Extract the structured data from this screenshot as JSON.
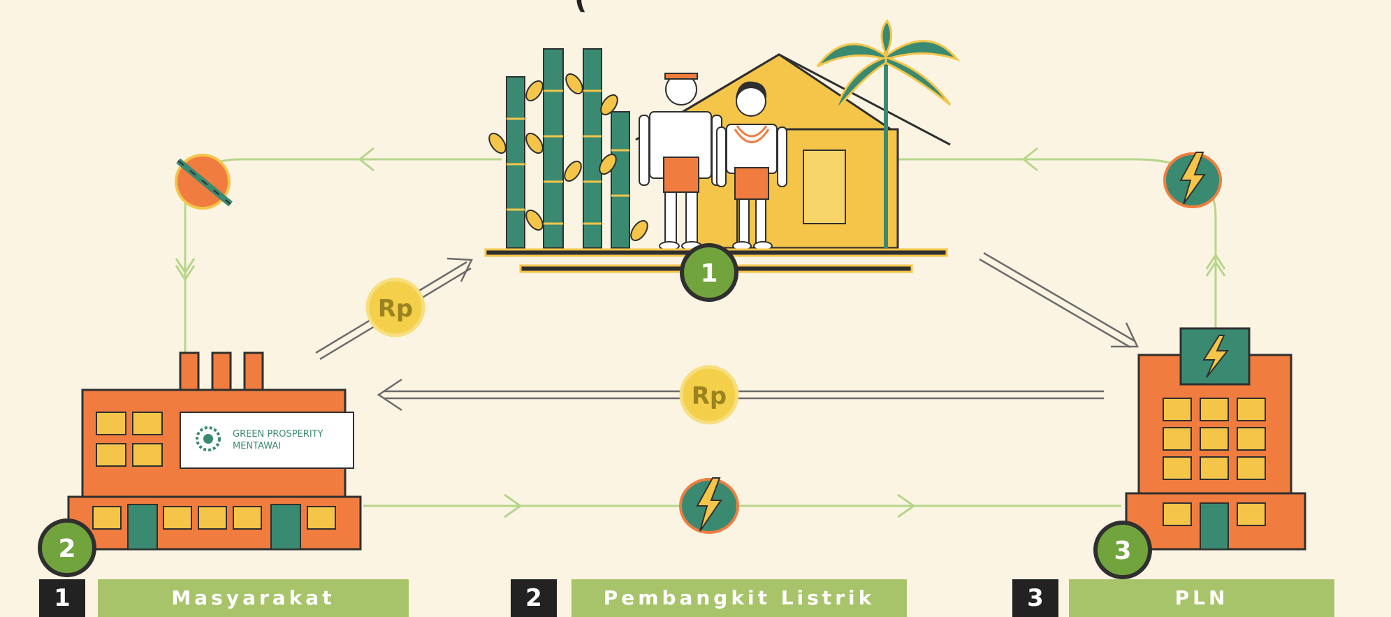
{
  "diagram": {
    "top_title_fragment": "(",
    "factory_sign_line1": "GREEN PROSPERITY",
    "factory_sign_line2": "MENTAWAI",
    "coin_label": "Rp",
    "node_numbers": [
      "1",
      "2",
      "3"
    ],
    "colors": {
      "background": "#fbf4e3",
      "orange": "#f07d3f",
      "yellow": "#f4c548",
      "teal": "#3a8a72",
      "green_badge": "#72a43d",
      "green_line": "#b6d68b",
      "legend_bar": "#a8c46a",
      "dark": "#222222"
    }
  },
  "legend": {
    "items": [
      {
        "number": "1",
        "label": "Masyarakat"
      },
      {
        "number": "2",
        "label": "Pembangkit Listrik"
      },
      {
        "number": "3",
        "label": "PLN"
      }
    ]
  }
}
